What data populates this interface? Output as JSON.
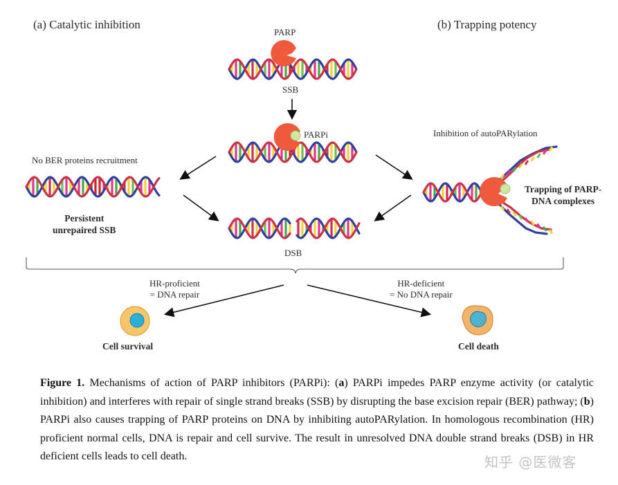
{
  "panel_a_title": "(a) Catalytic inhibition",
  "panel_b_title": "(b) Trapping potency",
  "labels": {
    "parp": "PARP",
    "ssb": "SSB",
    "parpi": "PARPi",
    "no_ber": "No BER proteins recruitment",
    "persistent": "Persistent\nunrepaired SSB",
    "dsb": "DSB",
    "inhibition_autoparylation": "Inhibition of autoPARylation",
    "trapping": "Trapping of PARP-\nDNA complexes",
    "hr_proficient": "HR-proficient\n= DNA repair",
    "hr_deficient": "HR-deficient\n= No DNA repair",
    "cell_survival": "Cell survival",
    "cell_death": "Cell death"
  },
  "caption": {
    "label": "Figure 1.",
    "p1": " Mechanisms of action of PARP inhibitors (PARPi): (",
    "a": "a",
    "p2": ") PARPi impedes PARP enzyme activity (or catalytic inhibition) and interferes with repair of single strand breaks (SSB) by disrupting the base excision repair (BER) pathway; (",
    "b": "b",
    "p3": ") PARPi also causes trapping of PARP proteins on DNA by inhibiting autoPARylation. In homologous recombination (HR) proficient normal cells, DNA is repair and cell survive. The result in unresolved DNA double strand breaks (DSB) in HR deficient cells leads to cell death."
  },
  "watermark": "知乎 @医微客",
  "colors": {
    "strand_blue": "#2e3f9e",
    "strand_red": "#c8324a",
    "parp_orange": "#f05a3c",
    "parpi_green": "#cfe6a0",
    "cell_outer": "#f5c66a",
    "cell_nucleus": "#2ab0d8"
  }
}
